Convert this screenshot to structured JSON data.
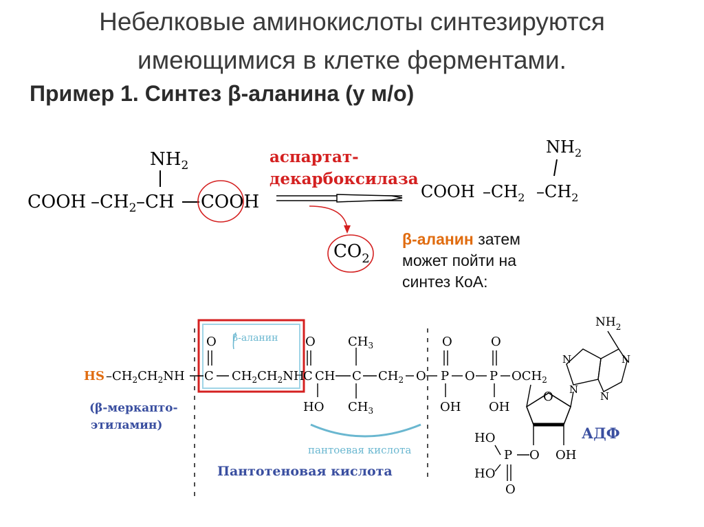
{
  "title": {
    "line1": "Небелковые аминокислоты синтезируются",
    "line2": "имеющимися в клетке ферментами."
  },
  "subtitle": "Пример 1. Синтез β-аланина (у м/о)",
  "reaction": {
    "aspartate": {
      "top": "NH",
      "top_sub": "2",
      "main": [
        "COOH",
        "–CH",
        "2",
        "–CH",
        "COOH"
      ]
    },
    "enzyme_line1": "аспартат-",
    "enzyme_line2": "декарбоксилаза",
    "product_gas": "CO",
    "product_gas_sub": "2",
    "beta_alanine": {
      "top": "NH",
      "top_sub": "2",
      "cooh": "COOH",
      "ch2a": "–CH",
      "ch2b": "–CH",
      "sub": "2"
    },
    "accent_red": "#d42020"
  },
  "note": {
    "highlight": "β-аланин",
    "text1": " затем",
    "text2": "может пойти на",
    "text3": "синтез КоА:"
  },
  "coa": {
    "hs": "HS",
    "backbone1": "–CH",
    "backbone1b": "CH",
    "nh": "NH",
    "beta_alanine_label": "β-аланин",
    "c_carbonyl": "C",
    "backbone2": "CH",
    "backbone2b": "CH",
    "nh2": "NH",
    "c2": "C",
    "ch": "CH",
    "c3": "C",
    "ch2": "CH",
    "o": "O",
    "p": "P",
    "och2": "OCH",
    "ch3": "CH",
    "ch3_sub": "3",
    "sub2": "2",
    "oh": "OH",
    "ho": "HO",
    "n": "N",
    "nh2_adenine": "NH",
    "mercapto_line1": "(β-меркапто-",
    "mercapto_line2": "этиламин)",
    "pantoic": "пантоевая кислота",
    "pantothenic": "Пантотеновая кислота",
    "adp": "АДФ",
    "color_blue": "#3a4fa0",
    "color_orange": "#e06c10",
    "color_cyan": "#6ab7d0",
    "color_red_box": "#d42020"
  }
}
